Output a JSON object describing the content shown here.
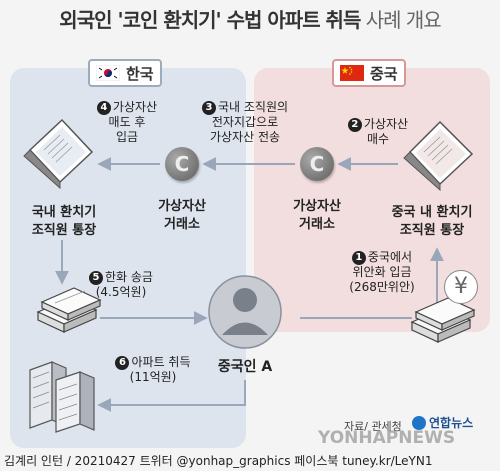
{
  "title": {
    "bold": "외국인 '코인 환치기' 수법 아파트 취득",
    "light": "사례 개요"
  },
  "countries": {
    "korea": "한국",
    "china": "중국"
  },
  "nodes": {
    "kr_account": [
      "국내 환치기",
      "조직원 통장"
    ],
    "kr_exchange": [
      "가상자산",
      "거래소"
    ],
    "cn_exchange": [
      "가상자산",
      "거래소"
    ],
    "cn_account": [
      "중국 내 환치기",
      "조직원 통장"
    ],
    "person": "중국인 A"
  },
  "steps": {
    "s1": {
      "num": "1",
      "lines": [
        "중국에서",
        "위안화 입금",
        "(268만위안)"
      ]
    },
    "s2": {
      "num": "2",
      "lines": [
        "가상자산",
        "매수"
      ]
    },
    "s3": {
      "num": "3",
      "lines": [
        "국내 조직원의",
        "전자지갑으로",
        "가상자산 전송"
      ]
    },
    "s4": {
      "num": "4",
      "lines": [
        "가상자산",
        "매도 후",
        "입금"
      ]
    },
    "s5": {
      "num": "5",
      "lines": [
        "한화 송금",
        "(4.5억원)"
      ]
    },
    "s6": {
      "num": "6",
      "lines": [
        "아파트 취득",
        "(11억원)"
      ]
    }
  },
  "icons": {
    "coin_symbol": "C",
    "yuan_symbol": "¥"
  },
  "source": "자료/ 관세청",
  "logo": "연합뉴스",
  "watermark": "YONHAPNEWS",
  "credit": "김계리 인턴 / 20210427  트위터 @yonhap_graphics  페이스북 tuney.kr/LeYN1",
  "colors": {
    "korea_panel": "#dde4ee",
    "china_panel": "#f2dede",
    "arrow": "#9aa7bb",
    "coin": "#6a6a6a"
  }
}
